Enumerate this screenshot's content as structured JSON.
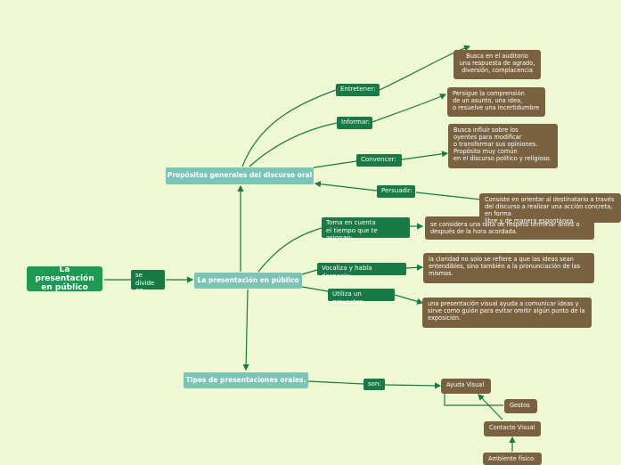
{
  "root": "La presentación\nen público",
  "se_divide": "se divide\nen:",
  "center": "La presentación en público",
  "propositos": "Propósitos generales del discurso oral",
  "tipos": "Tipos de presentaciones orales.",
  "entretener": "Entretener:",
  "entretener_desc": "Busca en el auditorio\nuna respuesta de agrado,\ndiversión, complacencia",
  "informar": "Informar:",
  "informar_desc": "Persigue la comprensión\nde un asunto, una idea,\no resuelve una incertidumbre",
  "convencer": "Convencer:",
  "convencer_desc": "Busca influir sobre los\noyentes para modificar\no transformar sus opiniones.\nPropósito  muy común\nen el discurso político y religioso.",
  "persuadir": "Persuadir:",
  "persuadir_desc": "Consiste en orientar al destinatario a través\ndel discurso a realizar una acción concreta, en forma\nlibre y de manera espontánea.",
  "tiempo": "Toma en cuenta\nel tiempo que te asignan:",
  "tiempo_desc": "se considera una falta de respeto terminar antes o\ndespués de la hora acordada.",
  "vocaliza": "Vocaliza y habla despacio:",
  "vocaliza_desc": "la claridad no solo se refiere a que las ideas sean\nentendibles, sino también a la pronunciación de las\nmismas.",
  "proyector": "Utiliza un proyector:",
  "proyector_desc": "una presentación visual ayuda a comunicar ideas y\nsirve como guión para evitar omitir algún punto de la\nexposición.",
  "son": "son:",
  "ayuda_visual": "Ayuda Visual",
  "gestos": "Gestos",
  "contacto_visual": "Contacto Visual",
  "ambiente": "Ambiente físico."
}
